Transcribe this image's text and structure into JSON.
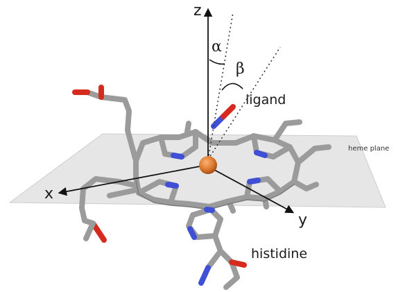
{
  "labels": {
    "z_axis": "z",
    "x_axis": "x",
    "y_axis": "y",
    "alpha": "α",
    "beta": "β",
    "ligand": "ligand",
    "heme_plane": "heme plane",
    "histidine": "histidine"
  },
  "colors": {
    "background": "#ffffff",
    "plane_fill": "#e6e6e6",
    "plane_edge": "#c8c8c8",
    "carbon": "#9b9b9b",
    "carbon_dark": "#7a7a7a",
    "nitrogen": "#3f4fd6",
    "oxygen": "#d62a1e",
    "iron": "#e07a2e",
    "axis": "#111111"
  }
}
